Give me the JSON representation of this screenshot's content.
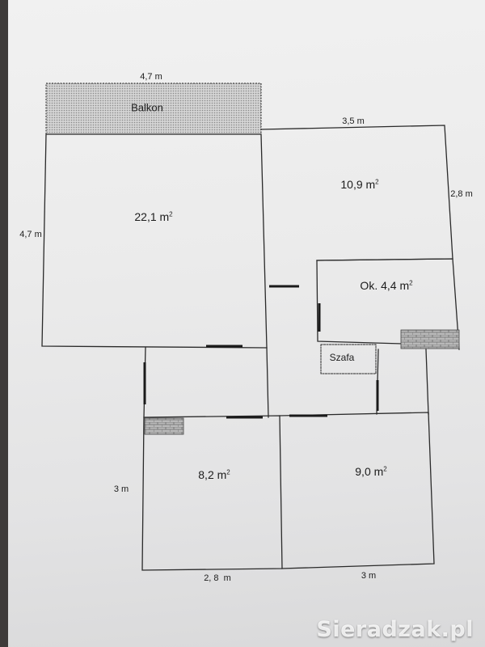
{
  "plan": {
    "balcony": {
      "label": "Balkon",
      "width": "4,7 m"
    },
    "rooms": [
      {
        "id": "living",
        "area": "22,1 m",
        "height_dim": "4,7 m"
      },
      {
        "id": "room-top-right",
        "area": "10,9 m",
        "width_dim": "3,5 m",
        "height_dim": "2,8 m"
      },
      {
        "id": "kitchen",
        "area": "Ok. 4,4 m"
      },
      {
        "id": "room-bottom-left",
        "area": "8,2 m",
        "width_dim": "2, 8  m",
        "height_dim": "3 m"
      },
      {
        "id": "room-bottom-right",
        "area": "9,0 m",
        "width_dim": "3 m"
      }
    ],
    "area_unit_exponent": "2",
    "wardrobe_label": "Szafa"
  },
  "watermark": "Sieradzak.pl",
  "colors": {
    "wall": "#2a2a2a",
    "door": "#1a1a1a",
    "brick": "#9a9a9a",
    "balcony_fill": "#bdbdbd",
    "page": "#ececec"
  }
}
